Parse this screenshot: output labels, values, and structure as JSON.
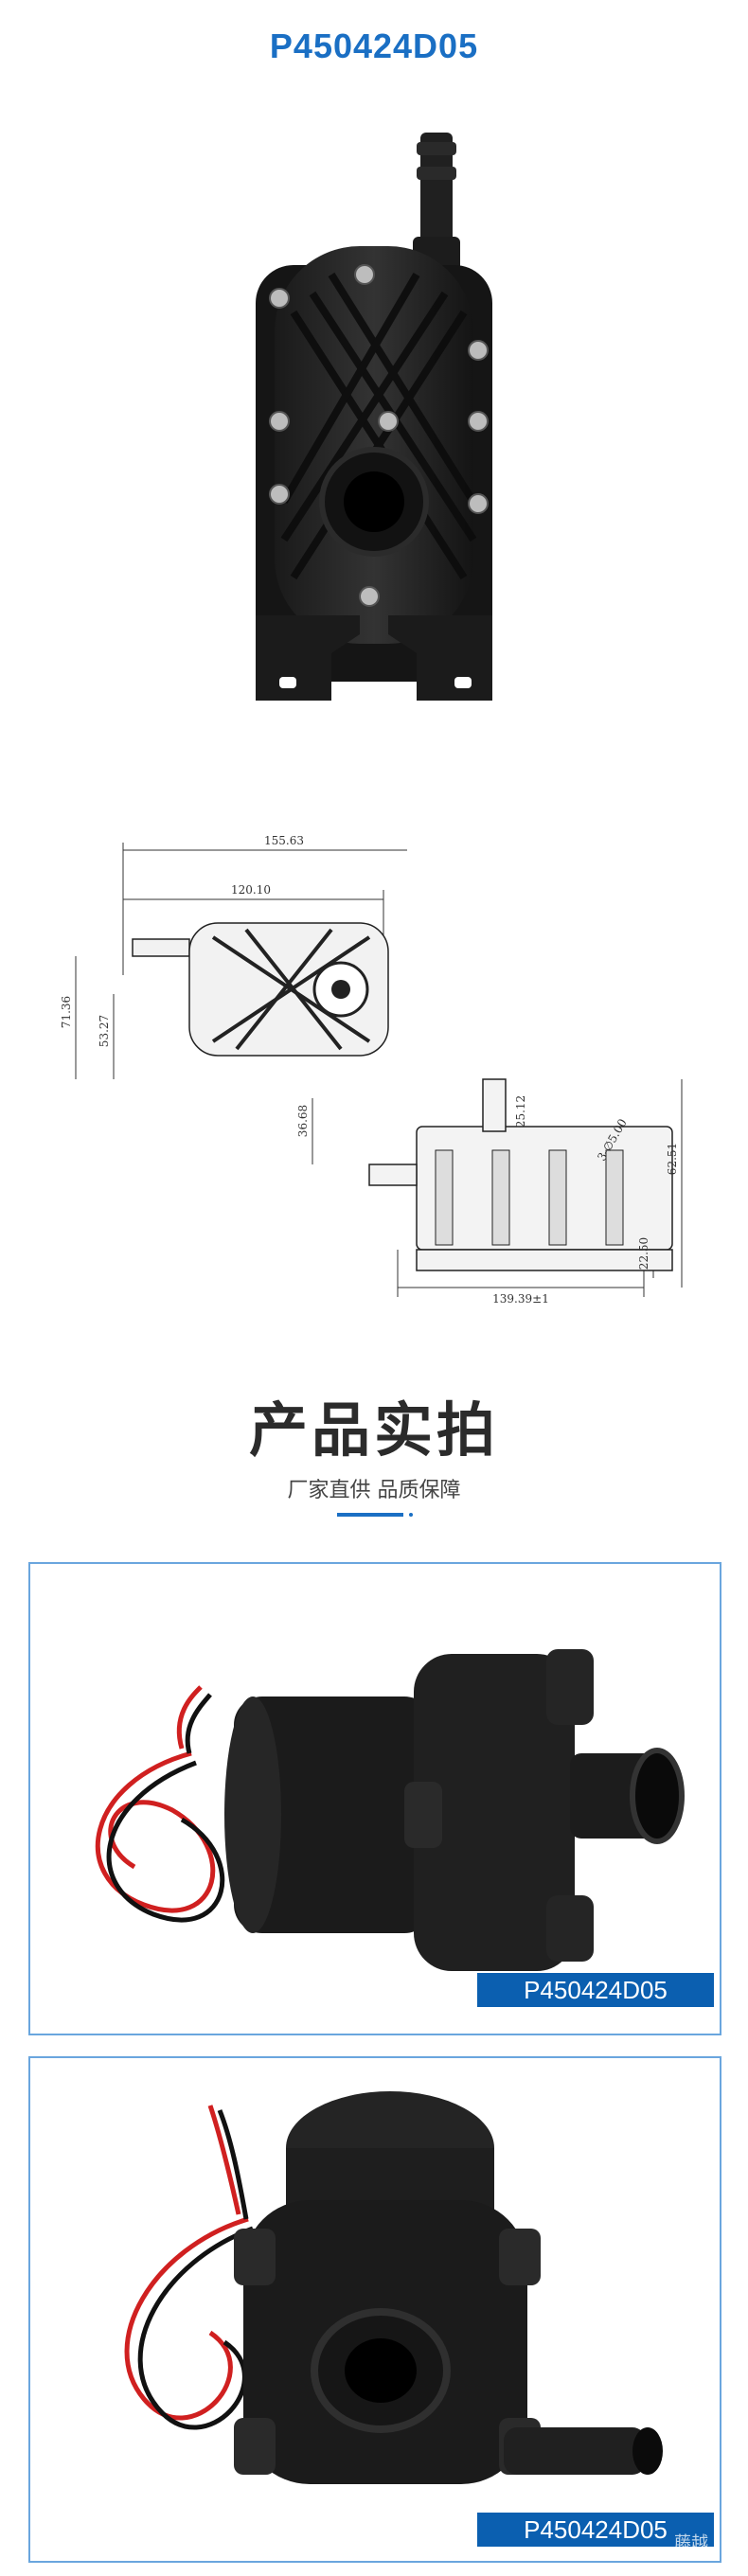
{
  "header": {
    "title": "P450424D05"
  },
  "drawing_front": {
    "dims": {
      "overall_width": "155.63",
      "inner_width": "120.10",
      "height_outer": "71.36",
      "height_inner": "53.27"
    }
  },
  "drawing_side": {
    "dims": {
      "top_left": "36.68",
      "top_right": "25.12",
      "total_height": "62.51",
      "bottom_right": "22.50",
      "width": "139.39±1",
      "note": "3-∅5.00"
    }
  },
  "section": {
    "title": "产品实拍",
    "subtitle": "厂家直供 品质保障"
  },
  "photos": [
    {
      "label": "P450424D05"
    },
    {
      "label": "P450424D05"
    }
  ],
  "watermark": "藤越",
  "colors": {
    "accent": "#1a6fc4",
    "tag_bg": "#0b5fb0",
    "frame": "#6aa6de"
  }
}
